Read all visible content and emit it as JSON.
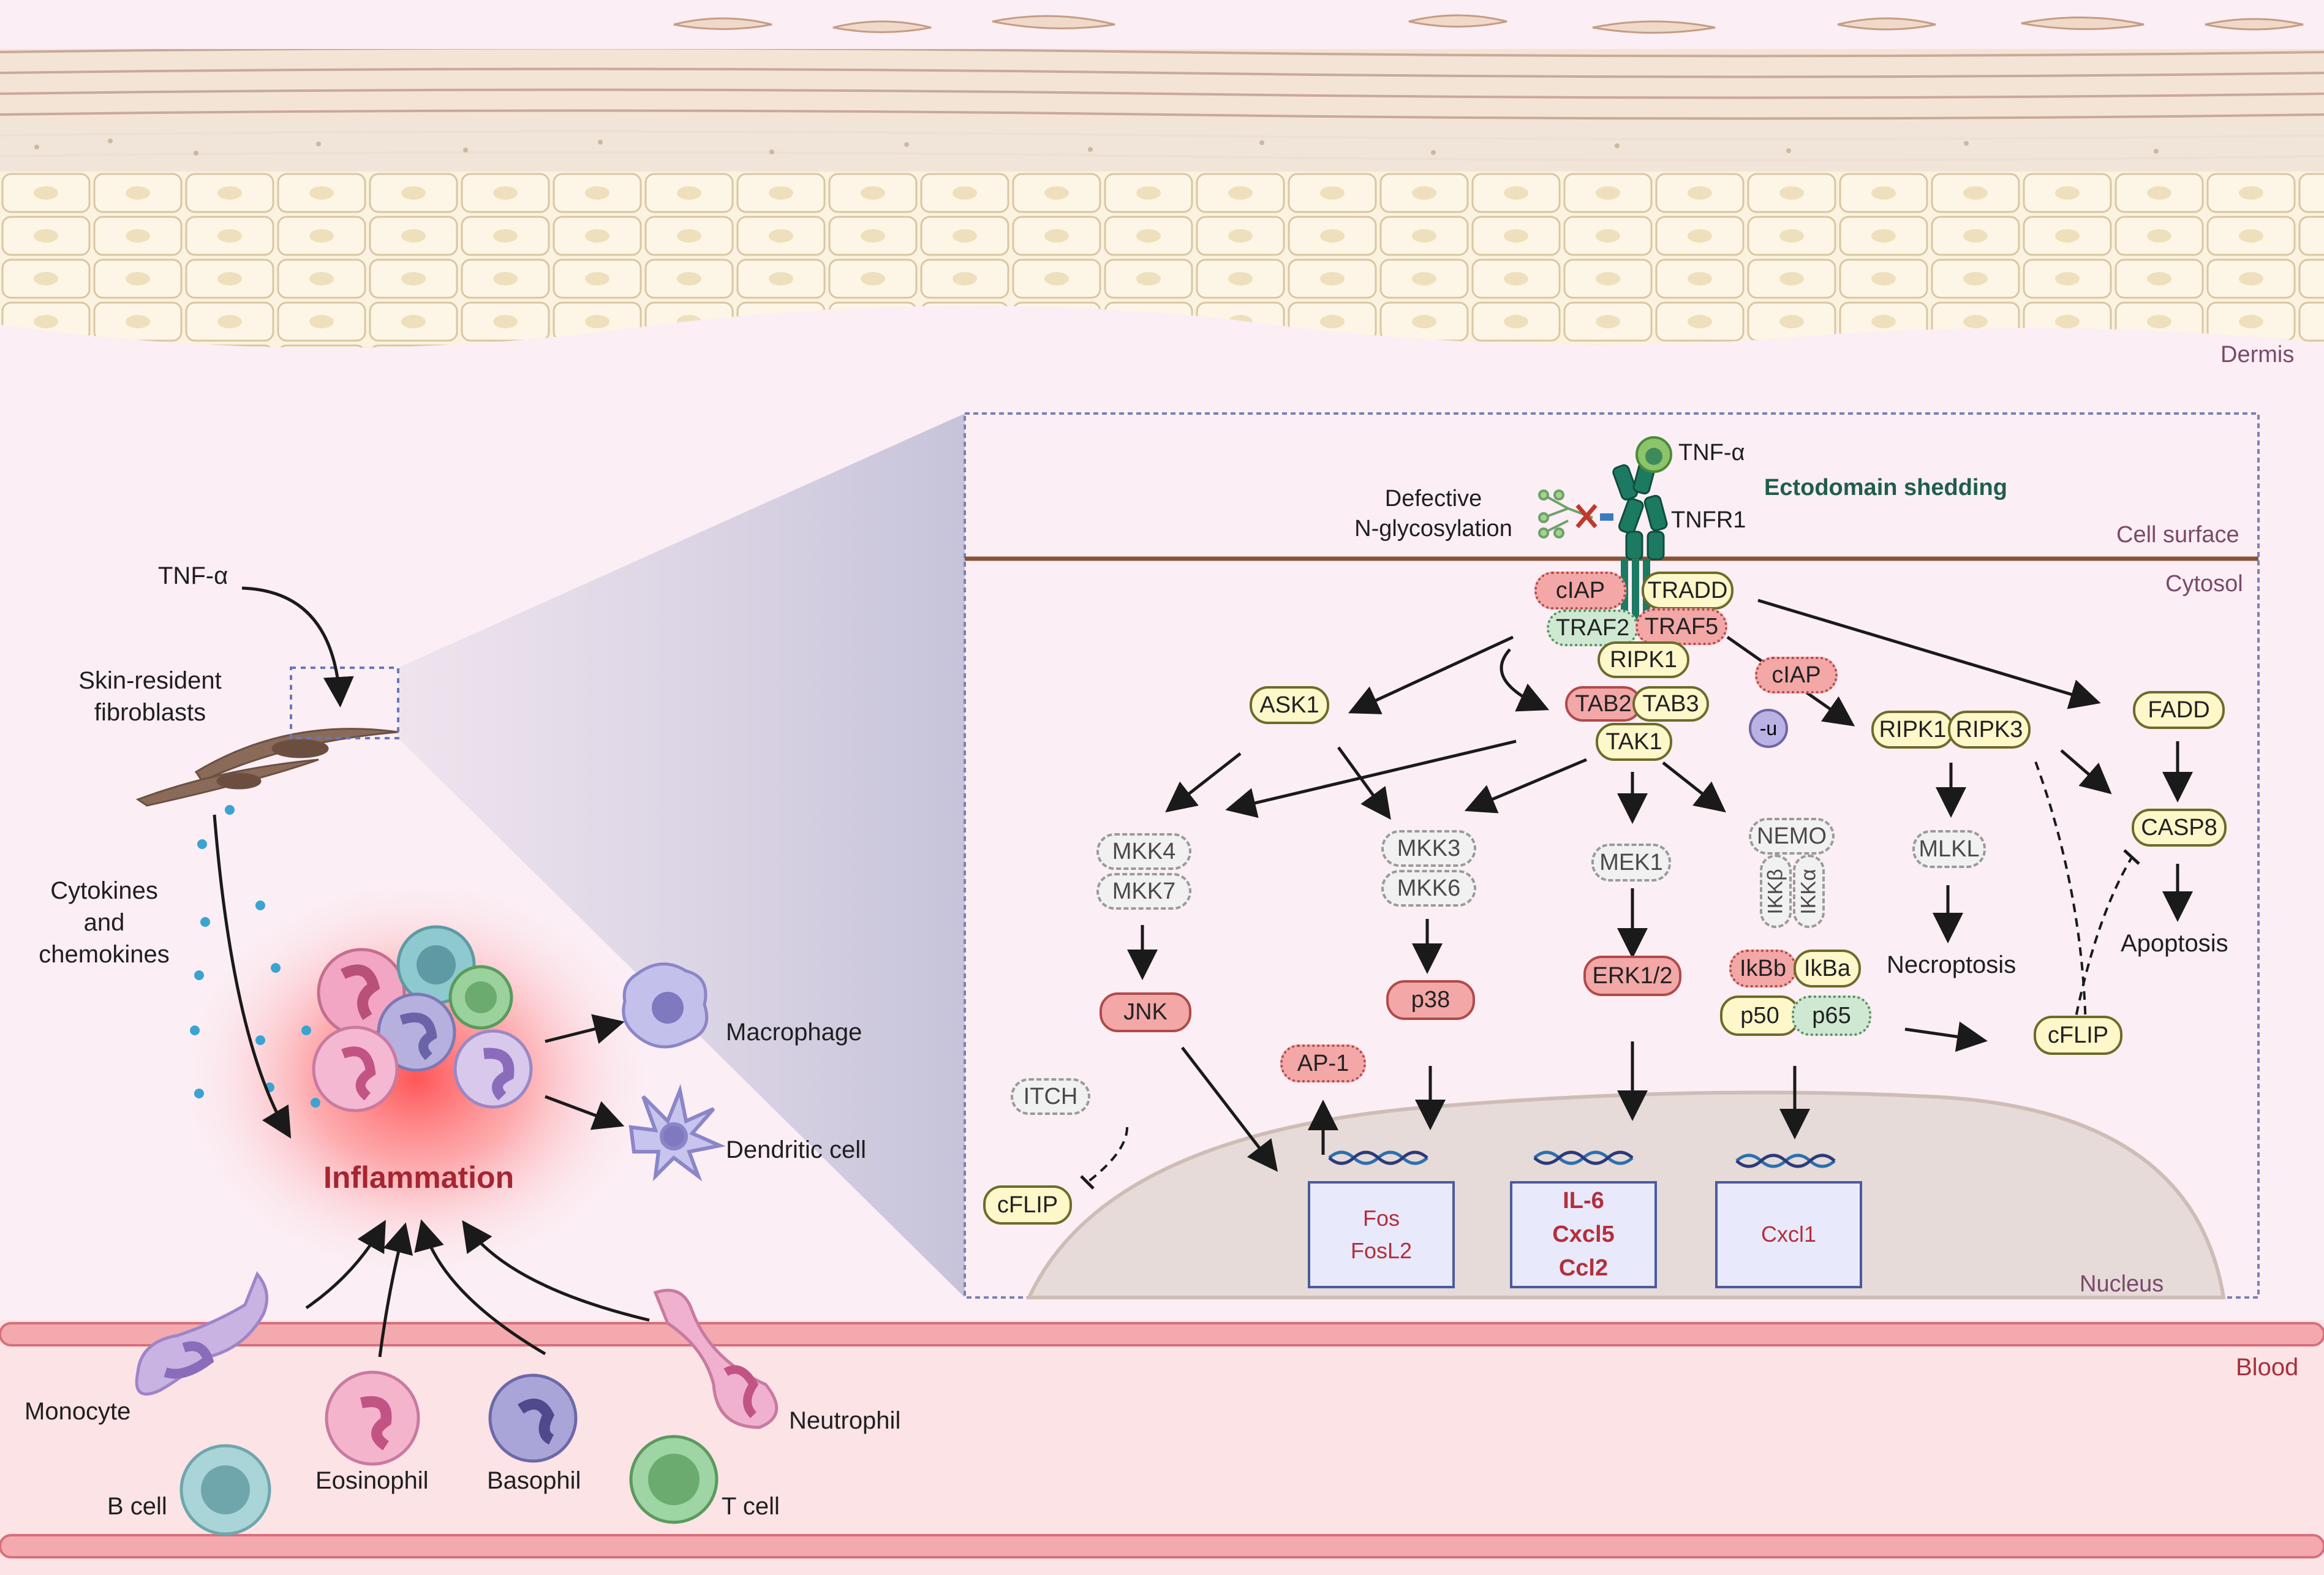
{
  "regions": {
    "dermis": "Dermis",
    "blood": "Blood",
    "cell_surface": "Cell surface",
    "cytosol": "Cytosol",
    "nucleus": "Nucleus"
  },
  "left": {
    "tnf": "TNF-α",
    "fibroblasts_line1": "Skin-resident",
    "fibroblasts_line2": "fibroblasts",
    "cytokines_line1": "Cytokines",
    "cytokines_line2": "and",
    "cytokines_line3": "chemokines",
    "inflammation": "Inflammation",
    "macrophage": "Macrophage",
    "dendritic": "Dendritic cell",
    "monocyte": "Monocyte",
    "bcell": "B cell",
    "eosinophil": "Eosinophil",
    "basophil": "Basophil",
    "tcell": "T cell",
    "neutrophil": "Neutrophil"
  },
  "surface": {
    "tnf": "TNF-α",
    "tnfr1": "TNFR1",
    "defective1": "Defective",
    "defective2": "N-glycosylation",
    "shedding": "Ectodomain shedding"
  },
  "nodes": {
    "ciap1": "cIAP",
    "tradd": "TRADD",
    "traf2": "TRAF2",
    "traf5": "TRAF5",
    "ripk1a": "RIPK1",
    "ask1": "ASK1",
    "tab2": "TAB2",
    "tab3": "TAB3",
    "tak1": "TAK1",
    "ciap2": "cIAP",
    "ub": "-u",
    "ripk1b": "RIPK1",
    "ripk3": "RIPK3",
    "fadd": "FADD",
    "mkk4": "MKK4",
    "mkk7": "MKK7",
    "mkk3": "MKK3",
    "mkk6": "MKK6",
    "mek1": "MEK1",
    "nemo": "NEMO",
    "ikkb": "IKKβ",
    "ikka": "IKKα",
    "mlkl": "MLKL",
    "casp8": "CASP8",
    "jnk": "JNK",
    "p38": "p38",
    "erk": "ERK1/2",
    "ikbb": "IkBb",
    "ikba": "IkBa",
    "p50": "p50",
    "p65": "p65",
    "necroptosis": "Necroptosis",
    "apoptosis": "Apoptosis",
    "cflip1": "cFLIP",
    "cflip2": "cFLIP",
    "ap1": "AP-1",
    "itch": "ITCH"
  },
  "genes": {
    "box1": [
      "Fos",
      "FosL2"
    ],
    "box2": [
      "IL-6",
      "Cxcl5",
      "Ccl2"
    ],
    "box3": [
      "Cxcl1"
    ]
  },
  "colors": {
    "accent_red": "#b32f3a",
    "shedding_green": "#1f5e4a",
    "membrane_brown": "#8a5238"
  }
}
